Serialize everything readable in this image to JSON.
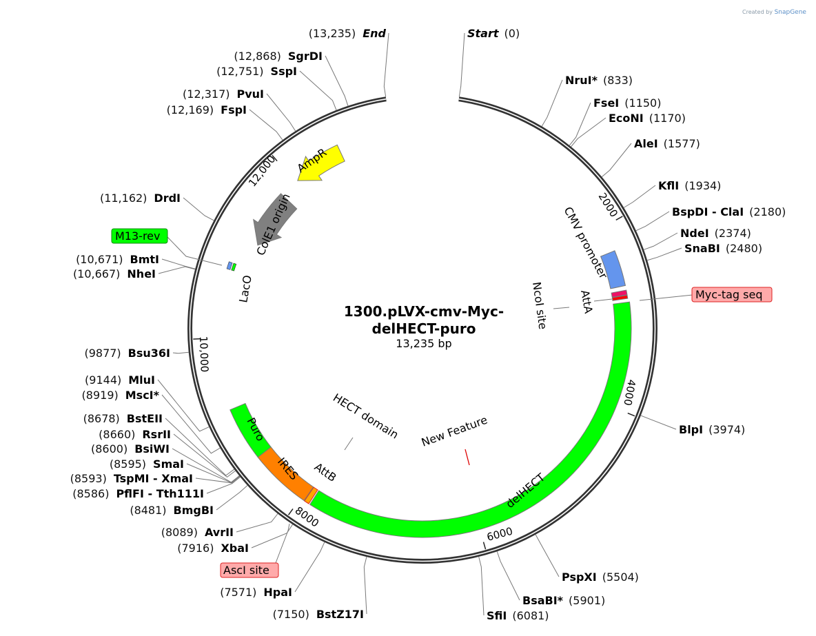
{
  "credit": {
    "prefix": "Created by",
    "brand": "SnapGene"
  },
  "plasmid": {
    "name_line1": "1300.pLVX-cmv-Myc-",
    "name_line2": "delHECT-puro",
    "length": "13,235 bp"
  },
  "ticks": [
    "2000",
    "4000",
    "6000",
    "8000",
    "10,000",
    "12,000"
  ],
  "features": {
    "ampr": "AmpR",
    "cole1": "ColE1 origin",
    "laco": "LacO",
    "cmv": "CMV promoter",
    "atta": "AttA",
    "ncoi": "NcoI site",
    "myc": "Myc-tag seq",
    "delhect": "delHECT",
    "hect": "HECT domain",
    "newfeat": "New Feature",
    "attb": "AttB",
    "ires": "IRES",
    "puro": "Puro",
    "m13": "M13-rev",
    "asci": "AscI site"
  },
  "colors": {
    "ampr": "#ffff00",
    "cole1": "#808080",
    "cmv": "#6495ed",
    "myc": "#ee1166",
    "delhect": "#00ff00",
    "ires": "#ff8000",
    "puro": "#00ff00",
    "m13": "#00ff00",
    "pinkbox": "#ffaaaa"
  },
  "enzymes": [
    {
      "name": "Start",
      "pos": "(0)",
      "bp": 0
    },
    {
      "name": "NruI*",
      "pos": "(833)",
      "bp": 833
    },
    {
      "name": "FseI",
      "pos": "(1150)",
      "bp": 1150
    },
    {
      "name": "EcoNI",
      "pos": "(1170)",
      "bp": 1170
    },
    {
      "name": "AleI",
      "pos": "(1577)",
      "bp": 1577
    },
    {
      "name": "KflI",
      "pos": "(1934)",
      "bp": 1934
    },
    {
      "name": "BspDI - ClaI",
      "pos": "(2180)",
      "bp": 2180
    },
    {
      "name": "NdeI",
      "pos": "(2374)",
      "bp": 2374
    },
    {
      "name": "SnaBI",
      "pos": "(2480)",
      "bp": 2480
    },
    {
      "name": "BlpI",
      "pos": "(3974)",
      "bp": 3974
    },
    {
      "name": "PspXI",
      "pos": "(5504)",
      "bp": 5504
    },
    {
      "name": "BsaBI*",
      "pos": "(5901)",
      "bp": 5901
    },
    {
      "name": "SfiI",
      "pos": "(6081)",
      "bp": 6081
    },
    {
      "name": "BstZ17I",
      "pos": "(7150)",
      "bp": 7150
    },
    {
      "name": "HpaI",
      "pos": "(7571)",
      "bp": 7571
    },
    {
      "name": "XbaI",
      "pos": "(7916)",
      "bp": 7916
    },
    {
      "name": "AvrII",
      "pos": "(8089)",
      "bp": 8089
    },
    {
      "name": "BmgBI",
      "pos": "(8481)",
      "bp": 8481
    },
    {
      "name": "PflFI - Tth111I",
      "pos": "(8586)",
      "bp": 8586
    },
    {
      "name": "TspMI - XmaI",
      "pos": "(8593)",
      "bp": 8593
    },
    {
      "name": "SmaI",
      "pos": "(8595)",
      "bp": 8595
    },
    {
      "name": "BsiWI",
      "pos": "(8600)",
      "bp": 8600
    },
    {
      "name": "RsrII",
      "pos": "(8660)",
      "bp": 8660
    },
    {
      "name": "BstEII",
      "pos": "(8678)",
      "bp": 8678
    },
    {
      "name": "MscI*",
      "pos": "(8919)",
      "bp": 8919
    },
    {
      "name": "MluI",
      "pos": "(9144)",
      "bp": 9144
    },
    {
      "name": "Bsu36I",
      "pos": "(9877)",
      "bp": 9877
    },
    {
      "name": "NheI",
      "pos": "(10,667)",
      "bp": 10667
    },
    {
      "name": "BmtI",
      "pos": "(10,671)",
      "bp": 10671
    },
    {
      "name": "DrdI",
      "pos": "(11,162)",
      "bp": 11162
    },
    {
      "name": "FspI",
      "pos": "(12,169)",
      "bp": 12169
    },
    {
      "name": "PvuI",
      "pos": "(12,317)",
      "bp": 12317
    },
    {
      "name": "SspI",
      "pos": "(12,751)",
      "bp": 12751
    },
    {
      "name": "SgrDI",
      "pos": "(12,868)",
      "bp": 12868
    },
    {
      "name": "End",
      "pos": "(13,235)",
      "bp": 13235
    }
  ]
}
